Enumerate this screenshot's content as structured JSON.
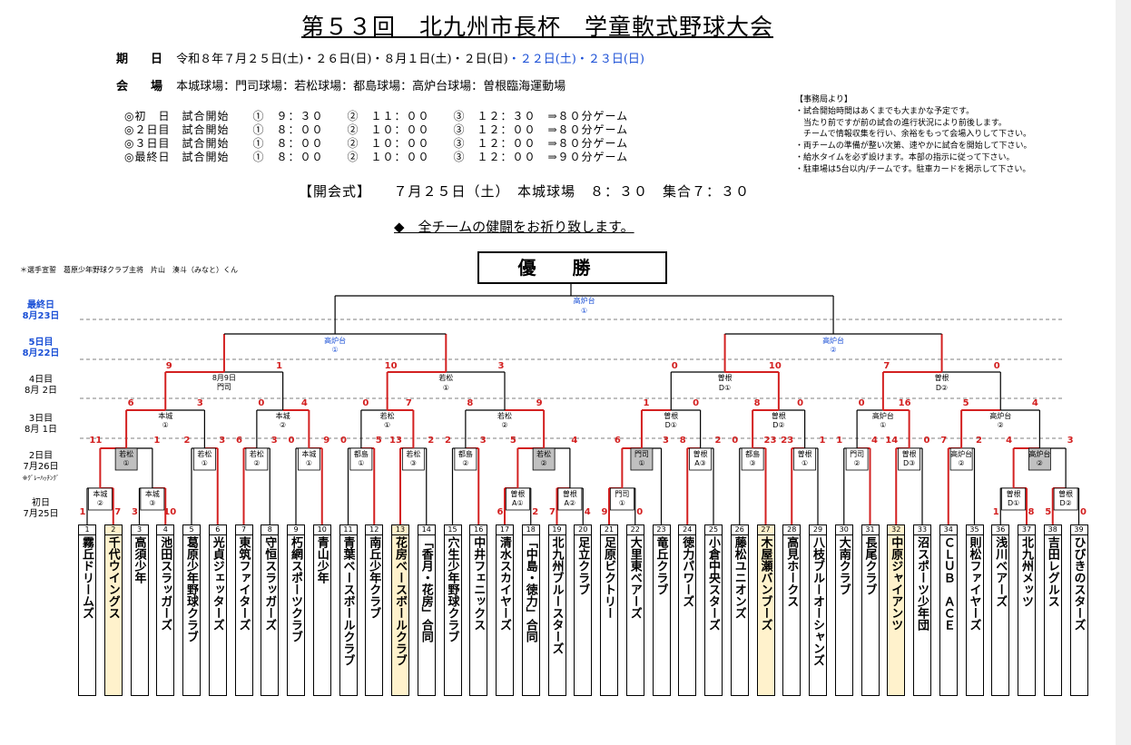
{
  "title": "第５３回　北九州市長杯　学童軟式野球大会",
  "period": {
    "label": "期　日",
    "value_black": "令和８年７月２５日(土)・２６日(日)・８月１日(土)・２日(日)",
    "value_blue": "・２２日(土)・２３日(日)"
  },
  "venue": {
    "label": "会　場",
    "value": "本城球場：門司球場：若松球場：都島球場：高炉台球場：曽根臨海運動場"
  },
  "schedule": [
    "◎初　日　試合開始　　①　９：３０　　②　１１：００　　③　１２：３０　⇒８０分ゲーム",
    "◎２日目　試合開始　　①　８：００　　②　１０：００　　③　１２：００　⇒８０分ゲーム",
    "◎３日目　試合開始　　①　８：００　　②　１０：００　　③　１２：００　⇒８０分ゲーム",
    "◎最終日　試合開始　　①　８：００　　②　１０：００　　③　１２：００　⇒９０分ゲーム"
  ],
  "notes": [
    "【事務局より】",
    "・試合開始時間はあくまでも大まかな予定です。",
    "　当たり前ですが前の試合の進行状況により前後します。",
    "　チームで情報収集を行い、余裕をもって会場入りして下さい。",
    "・両チームの準備が整い次第、速やかに試合を開始して下さい。",
    "・給水タイムを必ず設けます。本部の指示に従って下さい。",
    "・駐車場は5台以内/チームです。駐車カードを掲示して下さい。"
  ],
  "opening": "【開会式】　　７月２５日（土）　本城球場　８：３０　集合７：３０",
  "prayer": "◆　全チームの健闘をお祈り致します。",
  "oath": "＊選手宣誓　葛原少年野球クラブ主将　片山　湊斗（みなと）くん",
  "winner_label": "優勝",
  "rounds": [
    {
      "l1": "最終日",
      "l2": "8月23日",
      "blue": true
    },
    {
      "l1": "5日目",
      "l2": "8月22日",
      "blue": true
    },
    {
      "l1": "4日目",
      "l2": "8月 2日",
      "blue": false
    },
    {
      "l1": "3日目",
      "l2": "8月 1日",
      "blue": false
    },
    {
      "l1": "2日目",
      "l2": "7月26日",
      "l3": "※ｸﾞﾚｰﾊｯﾁﾝｸﾞ",
      "blue": false
    },
    {
      "l1": "初日",
      "l2": "7月25日",
      "blue": false
    }
  ],
  "teams": [
    {
      "n": "1",
      "name": "霧丘ドリームズ"
    },
    {
      "n": "2",
      "name": "千代ウイングス",
      "hl": true
    },
    {
      "n": "3",
      "name": "高須少年"
    },
    {
      "n": "4",
      "name": "池田スラッガーズ"
    },
    {
      "n": "5",
      "name": "葛原少年野球クラブ"
    },
    {
      "n": "6",
      "name": "光貞ジェッターズ"
    },
    {
      "n": "7",
      "name": "東筑ファイターズ"
    },
    {
      "n": "8",
      "name": "守恒スラッガーズ"
    },
    {
      "n": "9",
      "name": "朽網スポーツクラブ"
    },
    {
      "n": "10",
      "name": "青山少年"
    },
    {
      "n": "11",
      "name": "青葉ベースボールクラブ"
    },
    {
      "n": "12",
      "name": "南丘少年クラブ"
    },
    {
      "n": "13",
      "name": "花房ベースボールクラブ",
      "hl": true
    },
    {
      "n": "14",
      "name": "「香月・花房」合同"
    },
    {
      "n": "15",
      "name": "穴生少年野球クラブ"
    },
    {
      "n": "16",
      "name": "中井フェニックス"
    },
    {
      "n": "17",
      "name": "清水スカイヤーズ"
    },
    {
      "n": "18",
      "name": "「中島・徳力」合同"
    },
    {
      "n": "19",
      "name": "北九州ブルースターズ"
    },
    {
      "n": "20",
      "name": "足立クラブ"
    },
    {
      "n": "21",
      "name": "足原ビクトリー"
    },
    {
      "n": "22",
      "name": "大里東ベアーズ"
    },
    {
      "n": "23",
      "name": "竜丘クラブ"
    },
    {
      "n": "24",
      "name": "徳力パワーズ"
    },
    {
      "n": "25",
      "name": "小倉中央スターズ"
    },
    {
      "n": "26",
      "name": "藤松ユニオンズ"
    },
    {
      "n": "27",
      "name": "木屋瀬バンブーズ",
      "hl": true
    },
    {
      "n": "28",
      "name": "高見ホークス"
    },
    {
      "n": "29",
      "name": "八枝ブルーオーシャンズ"
    },
    {
      "n": "30",
      "name": "大南クラブ"
    },
    {
      "n": "31",
      "name": "長尾クラブ"
    },
    {
      "n": "32",
      "name": "中原ジャイアンツ",
      "hl": true
    },
    {
      "n": "33",
      "name": "沼スポーツ少年団"
    },
    {
      "n": "34",
      "name": "ＣＬＵＢ　ＡＣＥ"
    },
    {
      "n": "35",
      "name": "則松ファイヤーズ"
    },
    {
      "n": "36",
      "name": "浅川ベアーズ"
    },
    {
      "n": "37",
      "name": "北九州メッツ"
    },
    {
      "n": "38",
      "name": "吉田レグルス"
    },
    {
      "n": "39",
      "name": "ひびきのスターズ"
    }
  ],
  "final": {
    "venue": "高炉台",
    "no": "①"
  },
  "semis": [
    {
      "venue": "高炉台",
      "no": "①"
    },
    {
      "venue": "高炉台",
      "no": "②"
    }
  ],
  "quarters": [
    {
      "venue": "門司",
      "date": "8月9日",
      "scores": [
        "9",
        "1"
      ]
    },
    {
      "venue": "若松",
      "no": "①",
      "scores": [
        "10",
        "3"
      ]
    },
    {
      "venue": "曽根",
      "no": "D①",
      "scores": [
        "0",
        "10"
      ]
    },
    {
      "venue": "曽根",
      "no": "D②",
      "scores": [
        "7",
        "0"
      ]
    }
  ],
  "r3": [
    {
      "venue": "本城",
      "no": "①",
      "scores": [
        "6",
        "3"
      ]
    },
    {
      "venue": "本城",
      "no": "②",
      "scores": [
        "0",
        "4"
      ]
    },
    {
      "venue": "若松",
      "no": "①",
      "scores": [
        "0",
        "7"
      ]
    },
    {
      "venue": "若松",
      "no": "②",
      "scores": [
        "8",
        "9"
      ]
    },
    {
      "venue": "曽根",
      "no": "D①",
      "scores": [
        "1",
        "0"
      ]
    },
    {
      "venue": "曽根",
      "no": "D②",
      "scores": [
        "8",
        "0"
      ]
    },
    {
      "venue": "高炉台",
      "no": "①",
      "scores": [
        "0",
        "16"
      ]
    },
    {
      "venue": "高炉台",
      "no": "②",
      "scores": [
        "5",
        "4"
      ]
    }
  ],
  "r2": [
    {
      "venue": "若松",
      "no": "①",
      "scores": [
        "11",
        "1"
      ]
    },
    {
      "venue": "若松",
      "no": "①",
      "scores": [
        "2",
        "3"
      ]
    },
    {
      "venue": "若松",
      "no": "②",
      "scores": [
        "6",
        "3"
      ]
    },
    {
      "venue": "本城",
      "no": "①",
      "scores": [
        "0",
        "9"
      ]
    },
    {
      "venue": "都島",
      "no": "①",
      "scores": [
        "0",
        "5"
      ]
    },
    {
      "venue": "若松",
      "no": "③",
      "scores": [
        "13",
        "2"
      ]
    },
    {
      "venue": "都島",
      "no": "②",
      "scores": [
        "2",
        "3"
      ]
    },
    {
      "venue": "若松",
      "no": "②",
      "scores": [
        "5",
        "4"
      ]
    },
    {
      "venue": "門司",
      "no": "①",
      "scores": [
        "6",
        "3"
      ]
    },
    {
      "venue": "曽根",
      "no": "A③",
      "scores": [
        "8",
        "2"
      ]
    },
    {
      "venue": "都島",
      "no": "③",
      "scores": [
        "0",
        "23"
      ]
    },
    {
      "venue": "曽根",
      "no": "①",
      "scores": [
        "23",
        "1"
      ]
    },
    {
      "venue": "門司",
      "no": "②",
      "scores": [
        "1",
        "4"
      ]
    },
    {
      "venue": "曽根",
      "no": "D③",
      "scores": [
        "14",
        "0"
      ]
    },
    {
      "venue": "高炉台",
      "no": "②",
      "scores": [
        "7",
        "2"
      ]
    },
    {
      "venue": "高炉台",
      "no": "②",
      "scores": [
        "4",
        "3"
      ]
    }
  ],
  "r1": [
    {
      "venue": "本城",
      "no": "②",
      "scores": [
        "1",
        "7"
      ]
    },
    {
      "venue": "本城",
      "no": "③",
      "scores": [
        "3",
        "10"
      ]
    },
    {
      "venue": "曽根",
      "no": "A①",
      "scores": [
        "6",
        "2"
      ]
    },
    {
      "venue": "曽根",
      "no": "A②",
      "scores": [
        "7",
        "4"
      ]
    },
    {
      "venue": "門司",
      "no": "①",
      "scores": [
        "9",
        "0"
      ]
    },
    {
      "venue": "曽根",
      "no": "D①",
      "scores": [
        "1",
        "8"
      ]
    },
    {
      "venue": "曽根",
      "no": "D②",
      "scores": [
        "5",
        "0"
      ]
    }
  ],
  "colors": {
    "win": "#d32020",
    "line": "#000000",
    "blue": "#1a4fd6",
    "gray": "#c0c0c0",
    "highlight": "#fff2cc"
  }
}
